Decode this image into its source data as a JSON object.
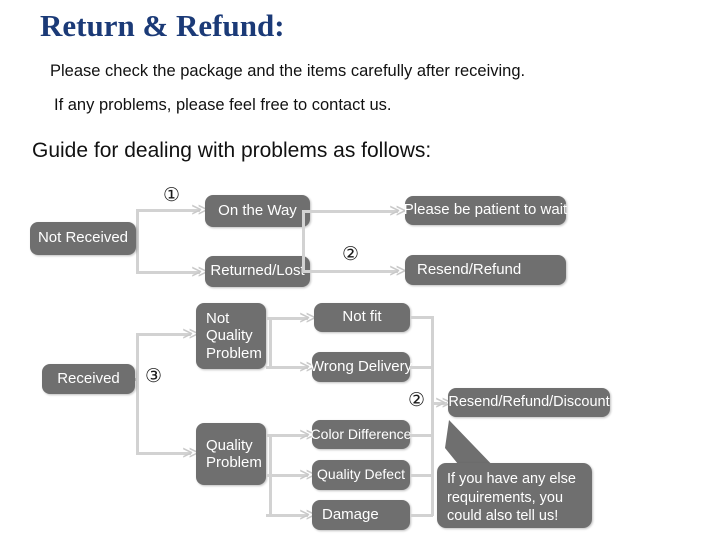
{
  "header": {
    "title": "Return & Refund:",
    "line1": "Please check the package and the items carefully after receiving.",
    "line2": "If any problems, please feel free to contact us.",
    "guide": "Guide for dealing with problems as follows:"
  },
  "colors": {
    "title_blue": "#1b3a77",
    "node_gray": "#6f6f6f",
    "connector_gray": "#d2d2d2",
    "text_black": "#111111",
    "node_text": "#ffffff"
  },
  "flow": {
    "steps": {
      "one": "①",
      "two": "②",
      "two_b": "②",
      "three": "③"
    },
    "arrow_glyph": "≫",
    "nodes": {
      "not_received": "Not Received",
      "on_the_way": "On the Way",
      "returned_lost": "Returned/Lost",
      "please_wait": "Please be patient to wait",
      "resend_refund": "Resend/Refund",
      "received": "Received",
      "not_quality_problem": "Not\nQuality\nProblem",
      "quality_problem": "Quality\nProblem",
      "not_fit": "Not fit",
      "wrong_delivery": "Wrong Delivery",
      "color_difference": "Color Difference",
      "quality_defect": "Quality Defect",
      "damage": "Damage",
      "resend_refund_discount": "Resend/Refund/Discount"
    },
    "callout": "If you have any else requirements, you could also tell us!"
  }
}
